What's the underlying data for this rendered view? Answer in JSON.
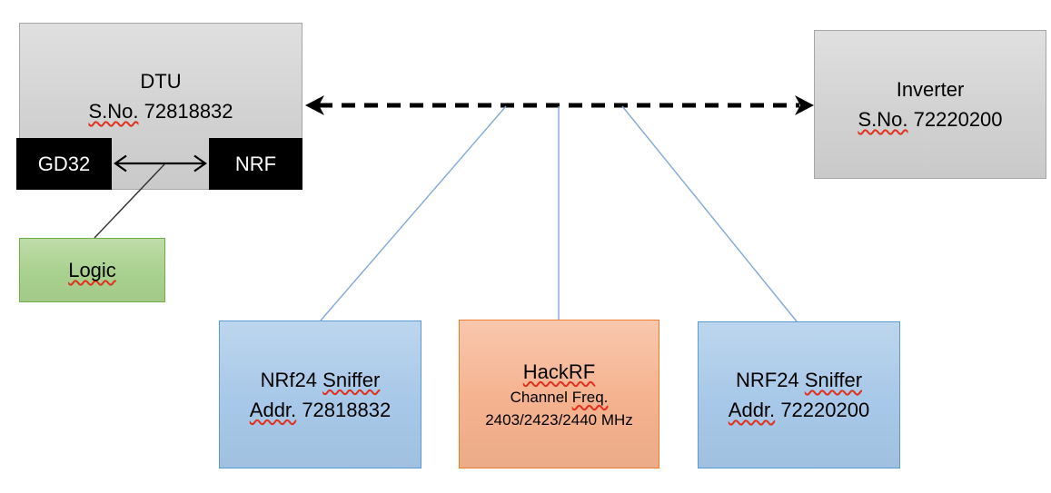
{
  "colors": {
    "gray_fill": "#D2D2D2",
    "gray_border": "#A6A6A6",
    "black_fill": "#000000",
    "green_fill": "#A9D18E",
    "green_border": "#70AD47",
    "blue_fill": "#A7C8E8",
    "blue_border": "#5B9BD5",
    "orange_fill": "#F5B28E",
    "orange_border": "#ED7D31",
    "connector_blue": "#7FA8D9",
    "line_black": "#303030",
    "squiggle_red": "#E0301E"
  },
  "nodes": {
    "dtu": {
      "title": "DTU",
      "serial_label": "S.No.",
      "serial_value": "72818832"
    },
    "gd32": {
      "label": "GD32"
    },
    "nrf": {
      "label": "NRF"
    },
    "logic": {
      "label": "Logic"
    },
    "inverter": {
      "title": "Inverter",
      "serial_label": "S.No.",
      "serial_value": "72220200"
    },
    "sniffer_left": {
      "name_word1": "NRf24",
      "name_word2": "Sniffer",
      "addr_label": "Addr.",
      "addr_value": "72818832"
    },
    "hackrf": {
      "title": "HackRF",
      "freq_word1": "Channel",
      "freq_word2": "Freq.",
      "freq_value": "2403/2423/2440 MHz"
    },
    "sniffer_right": {
      "name_word1": "NRF24",
      "name_word2": "Sniffer",
      "addr_label": "Addr.",
      "addr_value": "72220200"
    }
  }
}
